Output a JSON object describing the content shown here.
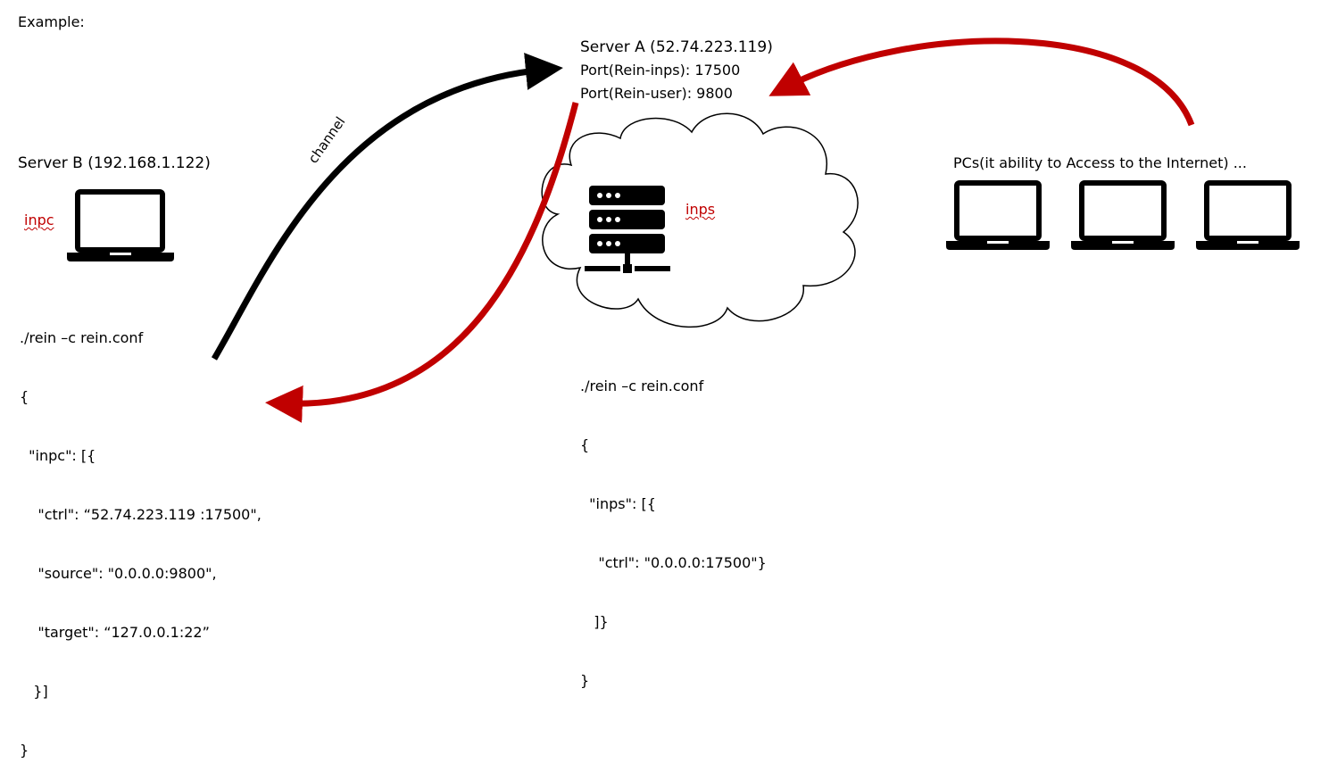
{
  "example_label": "Example:",
  "server_a": {
    "title": "Server A (52.74.223.119)",
    "port_inps": "Port(Rein-inps): 17500",
    "port_user": "Port(Rein-user): 9800"
  },
  "server_b": {
    "title": "Server B (192.168.1.122)",
    "role_label": "inpc"
  },
  "cloud": {
    "role_label": "inps"
  },
  "pcs_label": "PCs(it ability to Access to the Internet) ...",
  "channel_label": "channel",
  "colors": {
    "accent_red": "#c00000",
    "black": "#000000"
  },
  "icons": [
    "laptop-icon",
    "server-rack-icon",
    "cloud-icon"
  ],
  "code_b": [
    "./rein –c rein.conf",
    "{",
    "  \"inpc\": [{",
    "    \"ctrl\": “52.74.223.119 :17500\",",
    "    \"source\": \"0.0.0.0:9800\",",
    "    \"target\": “127.0.0.1:22”",
    "   }]",
    "}"
  ],
  "code_a": [
    "./rein –c rein.conf",
    "{",
    "  \"inps\": [{",
    "    \"ctrl\": \"0.0.0.0:17500\"}",
    "   ]}",
    "}"
  ]
}
